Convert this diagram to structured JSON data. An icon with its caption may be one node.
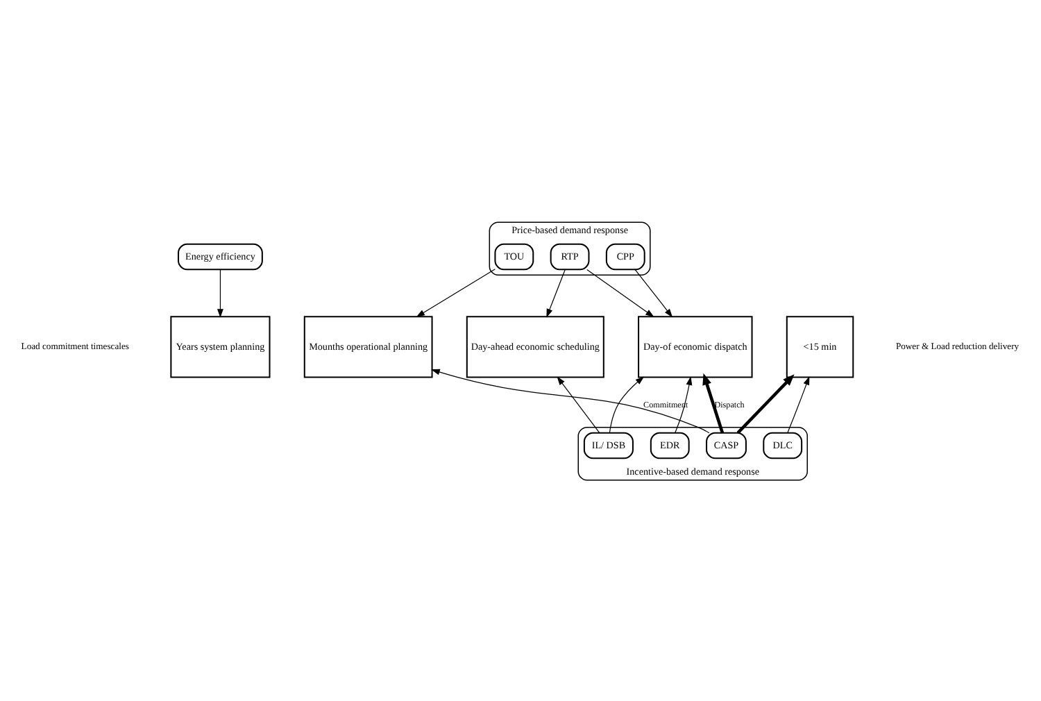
{
  "diagram": {
    "nodes": [
      {
        "text": [
          "Energy efficiency"
        ]
      },
      {
        "text": [
          "Price-based demand response"
        ]
      },
      {
        "text": [
          "TOU"
        ],
        "in": 1
      },
      {
        "text": [
          "RTP"
        ],
        "in": 1
      },
      {
        "text": [
          "CPP"
        ],
        "in": 1
      },
      {
        "text": [
          "Years system planning"
        ]
      },
      {
        "text": [
          "Mounths operational planning"
        ]
      },
      {
        "text": [
          "Day-ahead economic scheduling"
        ]
      },
      {
        "text": [
          "Day-of economic dispatch"
        ]
      },
      {
        "text": [
          "<15 min"
        ]
      },
      {
        "text": [
          "Incentive-based demand response"
        ]
      },
      {
        "text": [
          "CASP"
        ],
        "in": 10
      },
      {
        "text": [
          "IL/ DSB"
        ],
        "in": 10
      },
      {
        "text": [
          "EDR"
        ],
        "in": 10
      },
      {
        "text": [
          "DLC"
        ],
        "in": 10
      }
    ],
    "edges": [
      {
        "from": 0,
        "to": 5,
        "arrow": "to"
      },
      {
        "from": 2,
        "to": 6,
        "arrow": "to"
      },
      {
        "from": 3,
        "to": 7,
        "arrow": "to"
      },
      {
        "from": 3,
        "to": 8,
        "arrow": "to"
      },
      {
        "from": 4,
        "to": 8,
        "arrow": "to"
      },
      {
        "from": 11,
        "to": 6,
        "arrow": "to",
        "label": "Commitment"
      },
      {
        "from": 11,
        "to": 8,
        "arrow": "to",
        "label": "Dispatch",
        "style": "thick"
      },
      {
        "from": 11,
        "to": 9,
        "arrow": "to",
        "style": "thick"
      },
      {
        "from": 12,
        "to": 7,
        "arrow": "to"
      },
      {
        "from": 12,
        "to": 8,
        "arrow": "to"
      },
      {
        "from": 13,
        "to": 8,
        "arrow": "to"
      },
      {
        "from": 14,
        "to": 9,
        "arrow": "to"
      }
    ],
    "labels": [
      "Load commitment timescales",
      "Power & Load reduction delivery"
    ]
  }
}
